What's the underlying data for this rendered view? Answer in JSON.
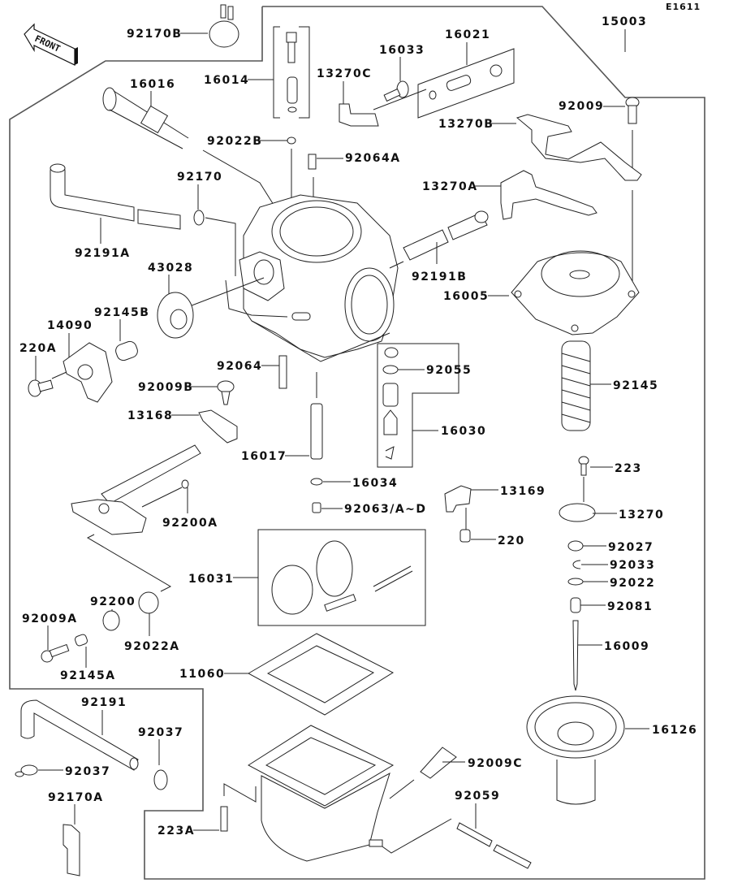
{
  "diagram": {
    "code": "E1611",
    "front_label": "FRONT",
    "assembly": "15003",
    "parts": {
      "p92170B": "92170B",
      "p16014": "16014",
      "p16016": "16016",
      "p92022B": "92022B",
      "p92064A": "92064A",
      "p13270C": "13270C",
      "p16033": "16033",
      "p16021": "16021",
      "p15003": "15003",
      "p92009": "92009",
      "p13270B": "13270B",
      "p13270A": "13270A",
      "p92170": "92170",
      "p92191A": "92191A",
      "p92191B": "92191B",
      "p43028": "43028",
      "p16005": "16005",
      "p92145B": "92145B",
      "p14090": "14090",
      "p220A": "220A",
      "p92064": "92064",
      "p92055": "92055",
      "p92145": "92145",
      "p92009B": "92009B",
      "p13168": "13168",
      "p16030": "16030",
      "p16017": "16017",
      "p16034": "16034",
      "p223": "223",
      "p13169": "13169",
      "p92063": "92063/A~D",
      "p13270": "13270",
      "p92200A": "92200A",
      "p220": "220",
      "p92027": "92027",
      "p92033": "92033",
      "p92022": "92022",
      "p16031": "16031",
      "p92200": "92200",
      "p92081": "92081",
      "p92009A": "92009A",
      "p92022A": "92022A",
      "p16009": "16009",
      "p92145A": "92145A",
      "p11060": "11060",
      "p92191": "92191",
      "p92037a": "92037",
      "p16126": "16126",
      "p92037b": "92037",
      "p92009C": "92009C",
      "p92170A": "92170A",
      "p92059": "92059",
      "p223A": "223A"
    }
  }
}
